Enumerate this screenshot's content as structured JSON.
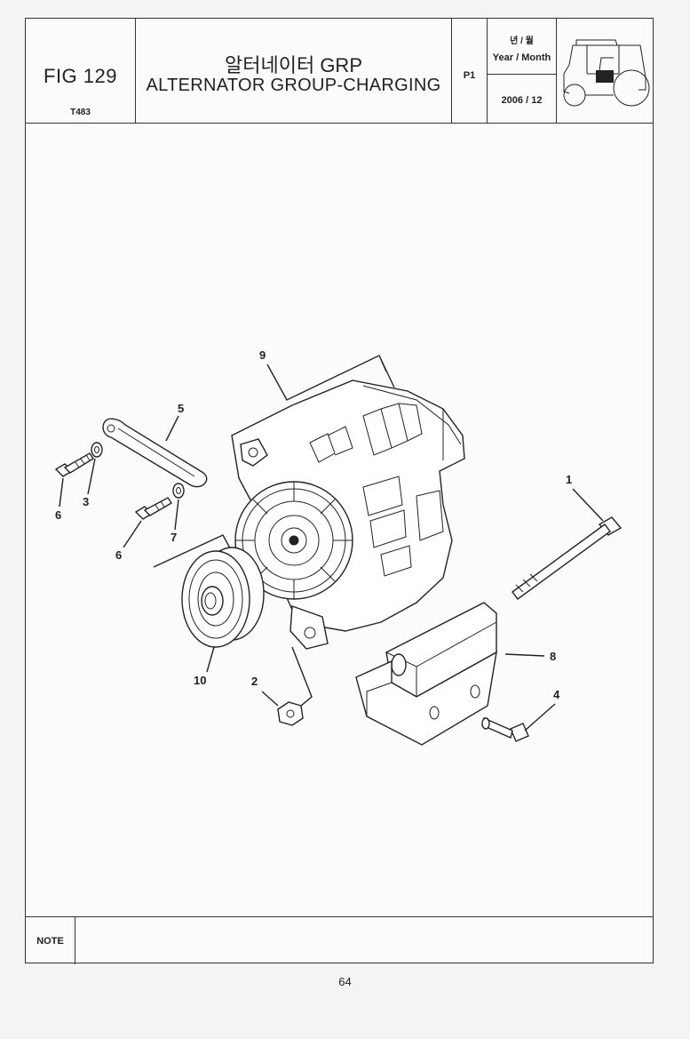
{
  "header": {
    "fig_no": "FIG 129",
    "code": "T483",
    "title_kr": "알터네이터 GRP",
    "title_en": "ALTERNATOR GROUP-CHARGING",
    "page_label": "P1",
    "date_label_kr": "년 / 월",
    "date_label": "Year / Month",
    "date_value": "2006 / 12",
    "tractor_icon": "tractor-icon"
  },
  "callouts": [
    {
      "id": "1",
      "text": "1"
    },
    {
      "id": "2",
      "text": "2"
    },
    {
      "id": "3",
      "text": "3"
    },
    {
      "id": "4",
      "text": "4"
    },
    {
      "id": "5",
      "text": "5"
    },
    {
      "id": "6a",
      "text": "6"
    },
    {
      "id": "6b",
      "text": "6"
    },
    {
      "id": "7",
      "text": "7"
    },
    {
      "id": "8",
      "text": "8"
    },
    {
      "id": "9",
      "text": "9"
    },
    {
      "id": "10",
      "text": "10"
    }
  ],
  "note_label": "NOTE",
  "page_number": "64"
}
